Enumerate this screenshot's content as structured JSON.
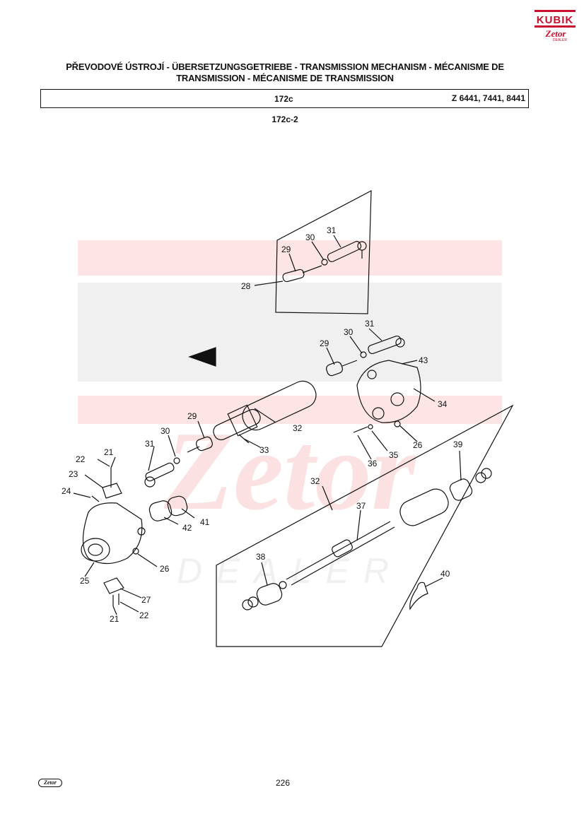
{
  "logo": {
    "word": "KUBIK",
    "sub": "Zetor",
    "dealer": "DEALER"
  },
  "header": {
    "title": "PŘEVODOVÉ ÚSTROJÍ - ÜBERSETZUNGSGETRIEBE - TRANSMISSION MECHANISM - MÉCANISME DE TRANSMISSION - MÉCANISME DE TRANSMISSION",
    "group_code": "172c",
    "models": "Z 6441, 7441, 8441"
  },
  "figure_code": "172c-2",
  "callouts": {
    "c21a": "21",
    "c21b": "21",
    "c22a": "22",
    "c22b": "22",
    "c23": "23",
    "c24": "24",
    "c25": "25",
    "c26a": "26",
    "c26b": "26",
    "c27": "27",
    "c28": "28",
    "c29a": "29",
    "c29b": "29",
    "c29c": "29",
    "c30a": "30",
    "c30b": "30",
    "c30c": "30",
    "c31a": "31",
    "c31b": "31",
    "c31c": "31",
    "c32a": "32",
    "c32b": "32",
    "c33": "33",
    "c34": "34",
    "c35": "35",
    "c36": "36",
    "c37": "37",
    "c38": "38",
    "c39": "39",
    "c40": "40",
    "c41": "41",
    "c42": "42",
    "c43": "43"
  },
  "footer": {
    "page_number": "226",
    "logo_text": "Zetor"
  }
}
